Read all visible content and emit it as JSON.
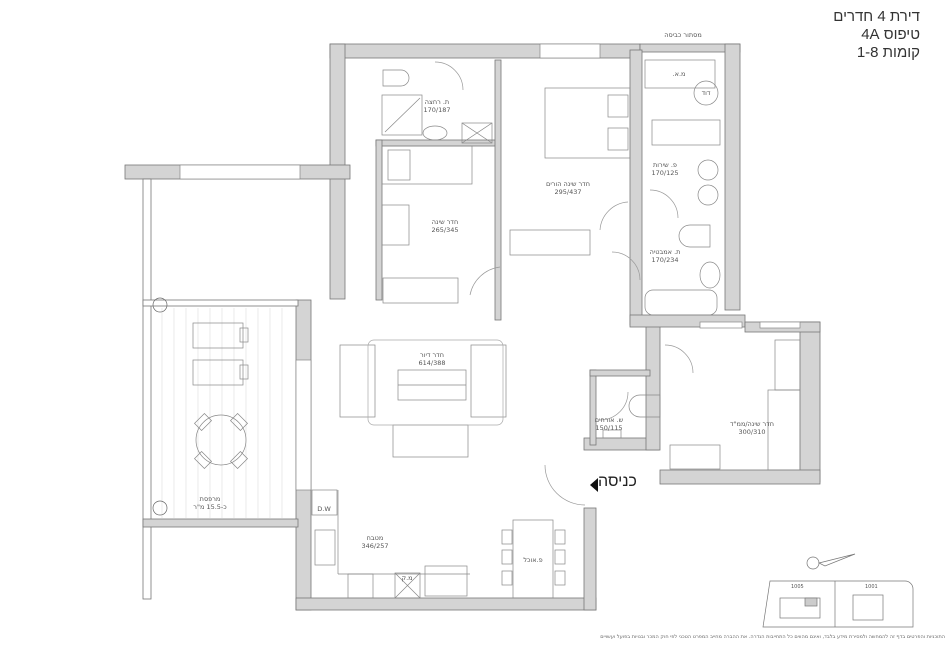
{
  "title": {
    "line1": "דירת 4 חדרים",
    "line2": "טיפוס 4A",
    "line3": "קומות 1-8"
  },
  "rooms": {
    "hall_balcony": {
      "name": "מסתור כביסה"
    },
    "storage": {
      "name": "מ.א."
    },
    "boiler": {
      "name": "דוד"
    },
    "guest_bath": {
      "name": "ת. רחצה",
      "size": "170/187"
    },
    "master_bedroom": {
      "name": "חדר שינה הורים",
      "size": "295/437"
    },
    "bedroom": {
      "name": "חדר שינה",
      "size": "265/345"
    },
    "service": {
      "name": "פ. שירות",
      "size": "170/125"
    },
    "bathroom": {
      "name": "ת. אמבטיה",
      "size": "170/234"
    },
    "living": {
      "name": "חדר דיור",
      "size": "614/388"
    },
    "toilet": {
      "name": "ש. אורחים",
      "size": "150/115"
    },
    "safe_room": {
      "name": "חדר שינה/ממ\"ד",
      "size": "300/310"
    },
    "balcony": {
      "name": "מרפסת",
      "size": "כ-15.5 מ\"ר"
    },
    "kitchen": {
      "name": "מטבח",
      "size": "346/257"
    },
    "dining": {
      "name": "פ.אוכל"
    },
    "dishwasher": {
      "name": "D.W"
    },
    "fridge": {
      "name": "מ.ק"
    }
  },
  "entrance": {
    "label": "כניסה"
  },
  "key_plan": {
    "building_a": "1005",
    "building_b": "1001"
  },
  "footnote": "התוכניות והפרטים בדף זה להמחשה ולמסירת מידע בלבד, ואינם מהווים כל התחייבות הנדרה. את ההברה מחייב המפרט הטכני לפי חוק המכר ובנויות בפועל ועשויים"
}
